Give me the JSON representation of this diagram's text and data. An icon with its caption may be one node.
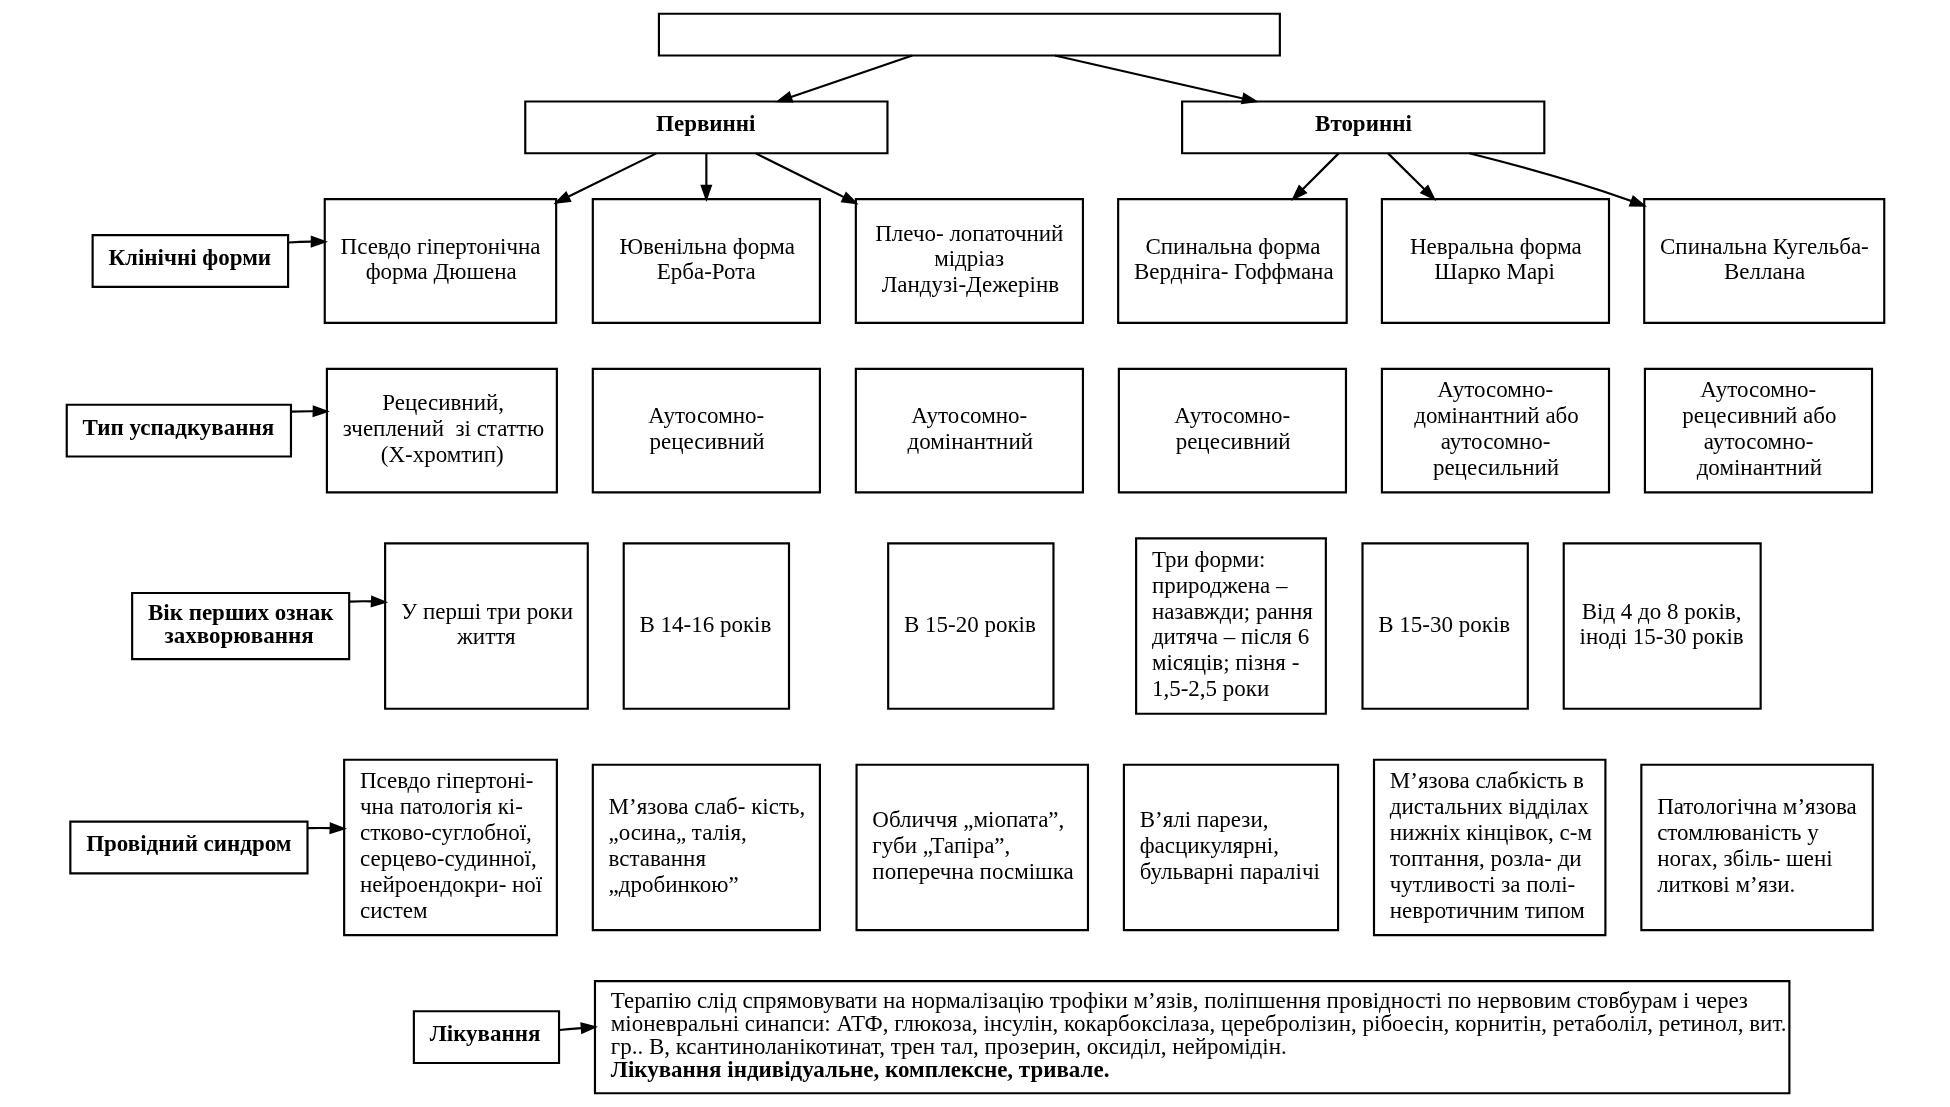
{
  "diagram": {
    "nodes": [
      {
        "text": [],
        "shape": "box"
      },
      {
        "text": [
          "Первинні"
        ]
      },
      {
        "text": [
          "Вторинні"
        ]
      },
      {
        "text": [
          "Клінічні форми"
        ]
      },
      {
        "text": [
          "Псевдо гіпертонічна форма Дюшена"
        ]
      },
      {
        "text": [
          "Ювенільна форма Ерба-Рота"
        ]
      },
      {
        "text": [
          "Плечо- лопаточний мідріаз Ландузі-Дежерінв"
        ]
      },
      {
        "text": [
          "Спинальна форма Вердніга- Гоффмана"
        ]
      },
      {
        "text": [
          "Невральна форма Шарко Марі"
        ]
      },
      {
        "text": [
          "Спинальна Кугельба- Веллана"
        ]
      },
      {
        "text": [
          "Тип успадкування"
        ]
      },
      {
        "text": [
          "Рецесивний, зчеплений  зі статтю (Х-хромтип)"
        ]
      },
      {
        "text": [
          "Аутосомно- рецесивний"
        ]
      },
      {
        "text": [
          "Аутосомно- домінантний"
        ]
      },
      {
        "text": [
          "Аутосомно- рецесивний"
        ]
      },
      {
        "text": [
          "Аутосомно- домінантний або аутосомно- рецесильний"
        ]
      },
      {
        "text": [
          "Аутосомно- рецесивний або аутосомно- домінантний"
        ]
      },
      {
        "text": [
          "Вік перших ознак захворювання"
        ]
      },
      {
        "text": [
          "У перші три роки життя"
        ]
      },
      {
        "text": [
          "В 14-16 років"
        ]
      },
      {
        "text": [
          "В 15-20 років"
        ]
      },
      {
        "text": [
          "Три форми: природжена – назавжди; рання дитяча – після 6 місяців; пізня - 1,5-2,5 роки"
        ]
      },
      {
        "text": [
          "В 15-30 років"
        ]
      },
      {
        "text": [
          "Від 4 до 8 років, іноді 15-30 років"
        ]
      },
      {
        "text": [
          "Провідний синдром"
        ]
      },
      {
        "text": [
          "Псевдо гіпертоні- чна патологія кі- стково-суглобної, серцево-судинної, нейроендокри- ної систем"
        ]
      },
      {
        "text": [
          "М’язова слаб- кість, „осина„ талія, вставання „дробинкою”"
        ]
      },
      {
        "text": [
          "Обличчя „міопата”, губи „Тапіра”, поперечна посмішка"
        ]
      },
      {
        "text": [
          "В’ялі парези, фасцикулярні, бульварні паралічі"
        ]
      },
      {
        "text": [
          "М’язова слабкість в дистальних відділах нижніх кінцівок, с-м топтання, розла- ди чутливості за полі- невротичним типом"
        ]
      },
      {
        "text": [
          "Патологічна м’язова стомлюваність у ногах, збіль- шені литкові м’язи."
        ]
      },
      {
        "text": [
          "Лікування"
        ]
      },
      {
        "text": [
          "Терапію слід спрямовувати на нормалізацію трофіки м’язів, поліпшення провідності по нервовим стовбурам і через міоневральні синапси: АТФ, глюкоза, інсулін, кокарбоксілаза, церебролізин, рібоесін, корнитін, ретаболіл, ретинол, вит. гр.. В, ксантиноланікотинат, трен тал, прозерин, оксиділ, нейромідін. **Лікування індивідуальне, комплексне, тривале.**"
        ]
      }
    ],
    "edges": [
      {
        "from": 0,
        "to": 1,
        "arrow": "to"
      },
      {
        "from": 0,
        "to": 2,
        "arrow": "to"
      },
      {
        "from": 1,
        "to": 4,
        "arrow": "to"
      },
      {
        "from": 1,
        "to": 5,
        "arrow": "to"
      },
      {
        "from": 1,
        "to": 6,
        "arrow": "to"
      },
      {
        "from": 2,
        "to": 7,
        "arrow": "to"
      },
      {
        "from": 2,
        "to": 8,
        "arrow": "to"
      },
      {
        "from": 2,
        "to": 9,
        "arrow": "to"
      },
      {
        "from": 3,
        "to": 4,
        "arrow": "to"
      },
      {
        "from": 10,
        "to": 11,
        "arrow": "to"
      },
      {
        "from": 17,
        "to": 18,
        "arrow": "to"
      },
      {
        "from": 24,
        "to": 25,
        "arrow": "to"
      },
      {
        "from": 31,
        "to": 32,
        "arrow": "to"
      }
    ]
  }
}
